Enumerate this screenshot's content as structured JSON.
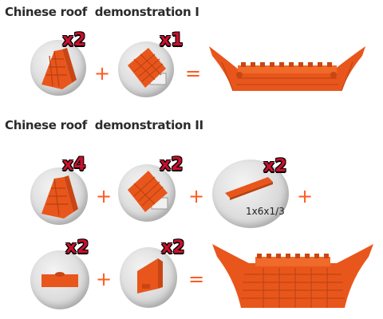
{
  "section1": {
    "title": "Chinese roof  demonstration I",
    "parts": [
      {
        "icon": "roof-slope-brick-icon",
        "multiplier": "x2"
      },
      {
        "icon": "tile-slope-plate-icon",
        "multiplier": "x1"
      }
    ],
    "operators": [
      "+",
      "="
    ],
    "result_icon": "chinese-roof-i-icon"
  },
  "section2": {
    "title": "Chinese roof  demonstration II",
    "row1": [
      {
        "icon": "roof-slope-brick-icon",
        "multiplier": "x4"
      },
      {
        "icon": "tile-slope-plate-icon",
        "multiplier": "x2"
      },
      {
        "icon": "tile-1x6-icon",
        "multiplier": "x2",
        "label": "1x6x1/3"
      }
    ],
    "row1_operators": [
      "+",
      "+",
      "+"
    ],
    "row2": [
      {
        "icon": "jumper-plate-icon",
        "multiplier": "x2"
      },
      {
        "icon": "wedge-slope-icon",
        "multiplier": "x2"
      }
    ],
    "row2_operators": [
      "+",
      "="
    ],
    "result_icon": "chinese-roof-ii-icon"
  },
  "colors": {
    "brick_orange": "#e8561c",
    "multiplier_red": "#c8102e",
    "operator_orange": "#ff5a1f"
  }
}
